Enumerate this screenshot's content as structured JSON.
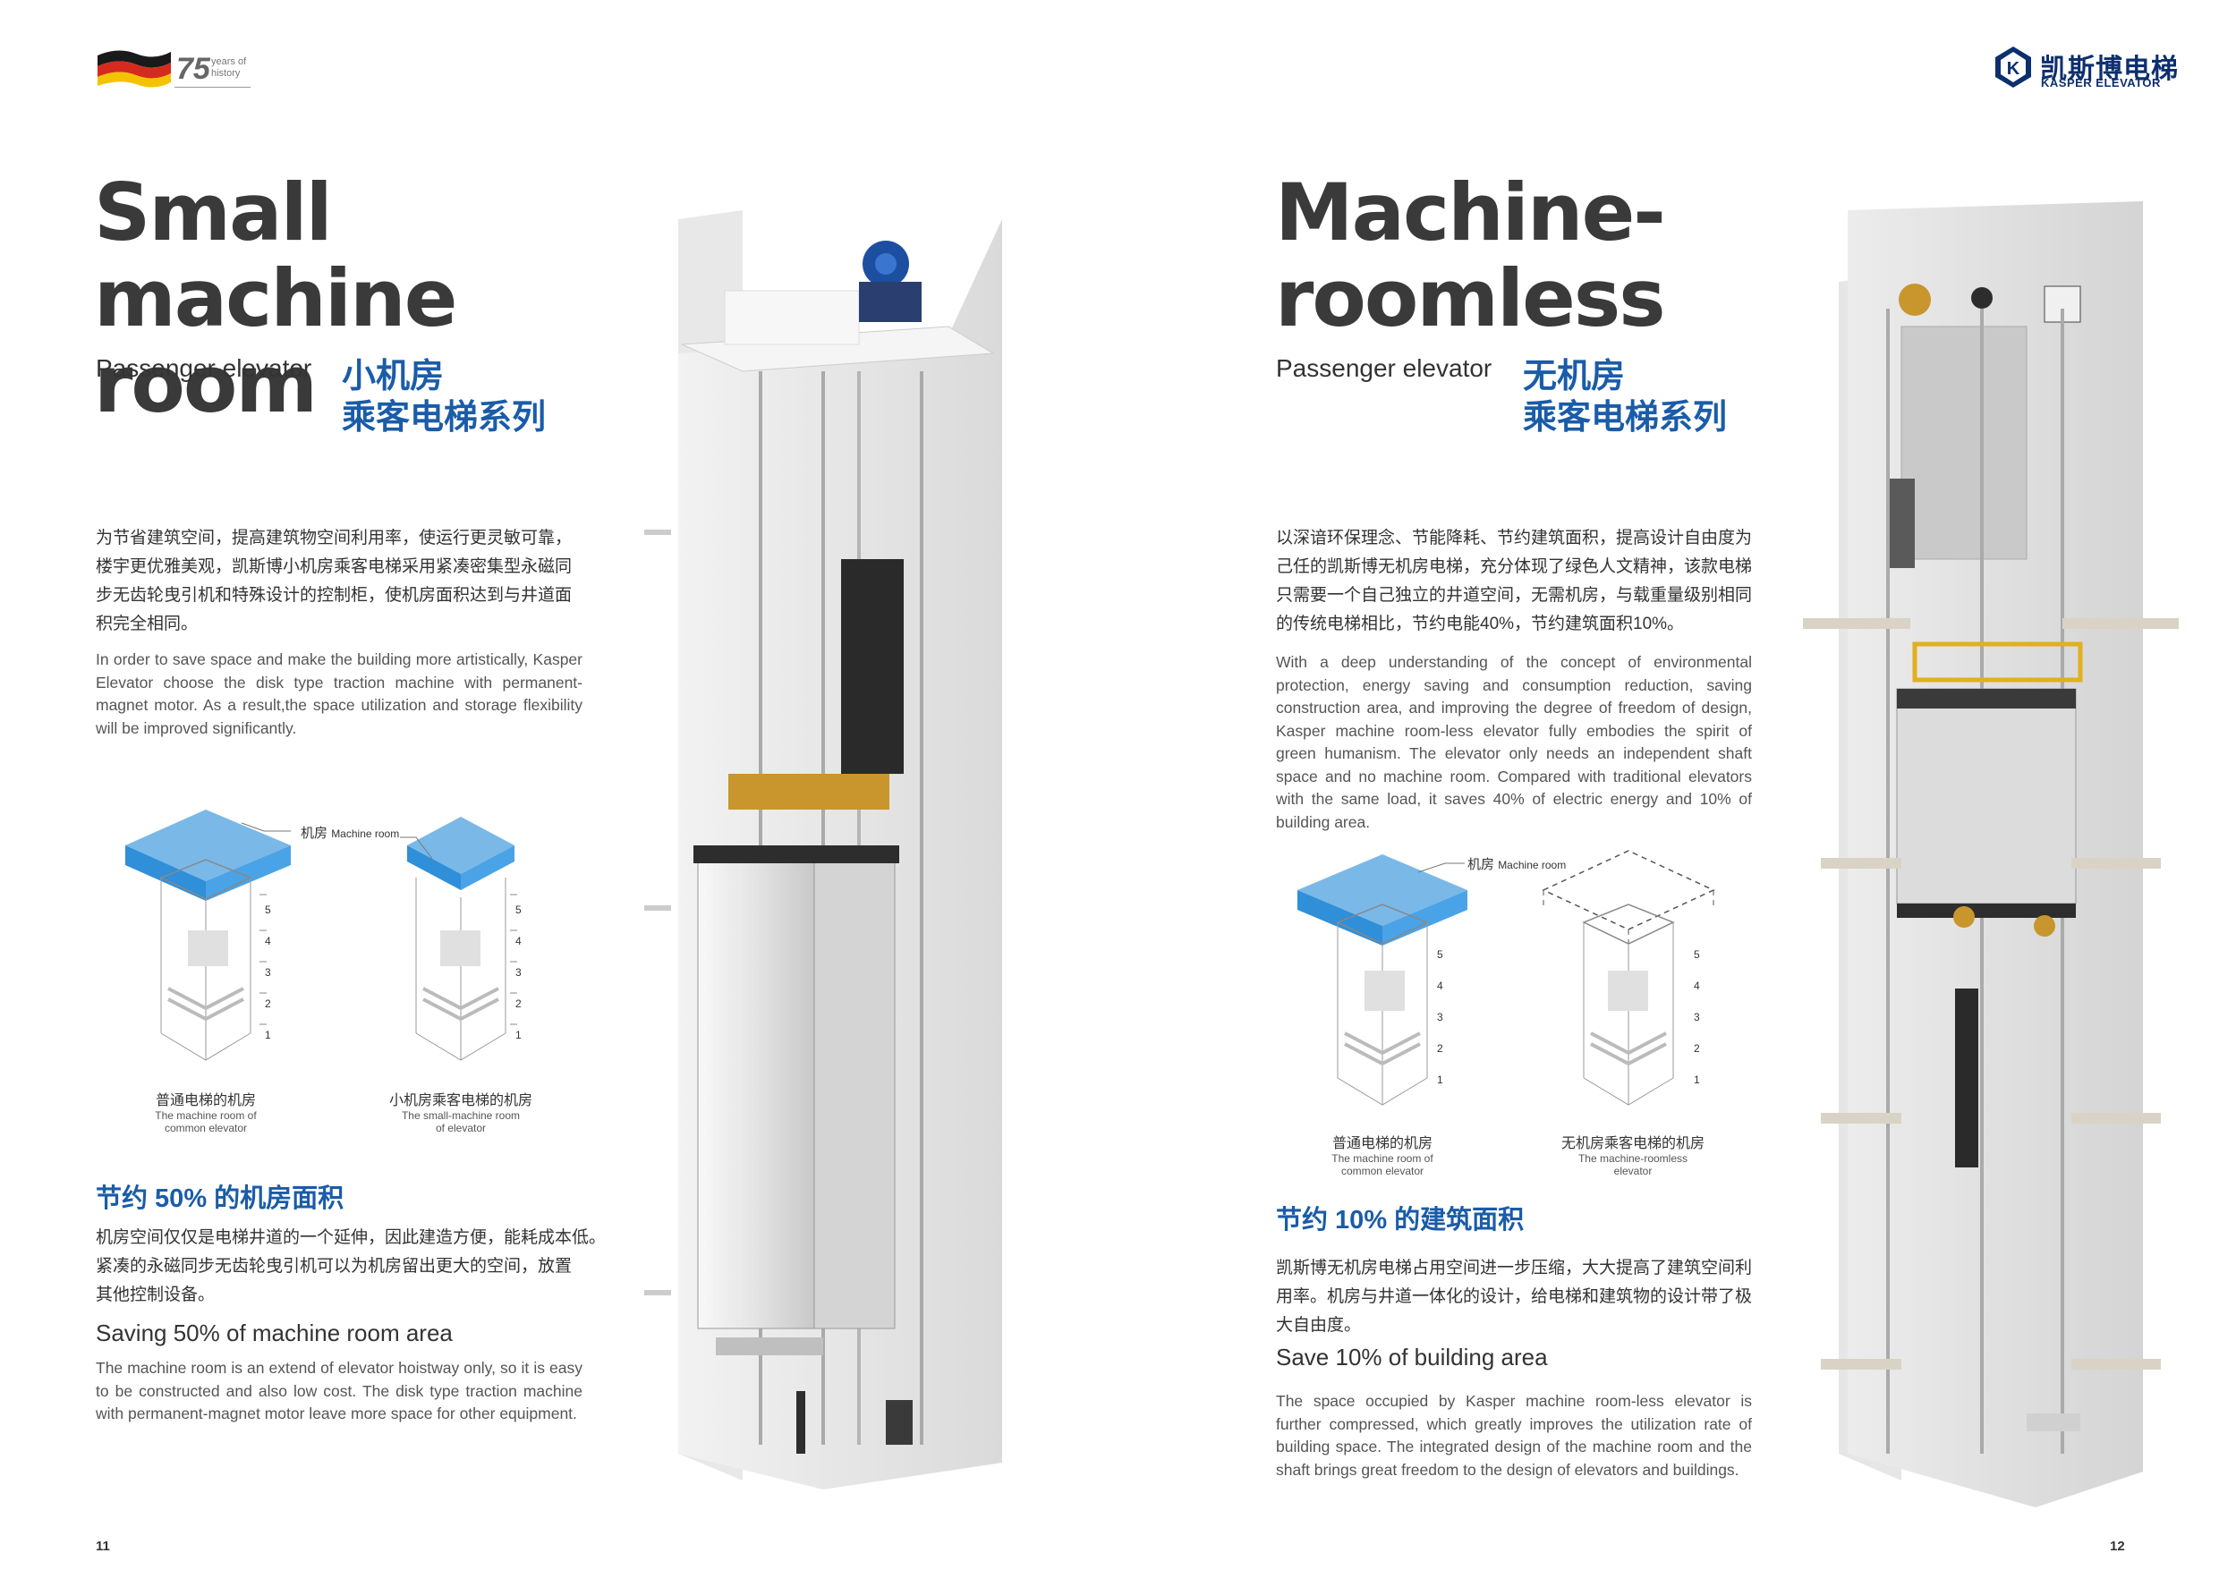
{
  "header": {
    "history_number": "75",
    "history_text": "years of history",
    "logo_cn": "凯斯博电梯",
    "logo_en": "KASPER ELEVATOR"
  },
  "left": {
    "title_line1": "Small",
    "title_line2": "machine room",
    "subtitle_en": "Passenger elevator",
    "subtitle_cn_line1": "小机房",
    "subtitle_cn_line2": "乘客电梯系列",
    "intro_cn_lines": [
      "为节省建筑空间，提高建筑物空间利用率，使运行更灵敏可靠，",
      "楼宇更优雅美观，凯斯博小机房乘客电梯采用紧凑密集型永磁同",
      "步无齿轮曳引机和特殊设计的控制柜，使机房面积达到与井道面",
      "积完全相同。"
    ],
    "intro_en": "In order to save space and make the building more artistically, Kasper Elevator choose the disk type traction machine with permanent-magnet motor. As a result,the space utilization and storage flexibility will be improved significantly.",
    "diagram": {
      "machine_room_label_cn": "机房",
      "machine_room_label_en": "Machine room",
      "floor_numbers": [
        "5",
        "4",
        "3",
        "2",
        "1"
      ],
      "caption1_cn": "普通电梯的机房",
      "caption1_en_line1": "The machine room of",
      "caption1_en_line2": "common elevator",
      "caption2_cn": "小机房乘客电梯的机房",
      "caption2_en_line1": "The small-machine room",
      "caption2_en_line2": "of elevator"
    },
    "section_cn": "节约 50% 的机房面积",
    "section_cn_lines": [
      "机房空间仅仅是电梯井道的一个延伸，因此建造方便，能耗成本低。",
      "紧凑的永磁同步无齿轮曳引机可以为机房留出更大的空间，放置",
      "其他控制设备。"
    ],
    "section_en": "Saving 50% of machine room area",
    "section_en_body": "The machine room is an extend of elevator hoistway only, so it is easy to be constructed and also low cost. The disk type traction machine with permanent-magnet motor leave more space for other equipment.",
    "page_number": "11"
  },
  "right": {
    "title_line1": "Machine-",
    "title_line2": "roomless",
    "subtitle_en": "Passenger elevator",
    "subtitle_cn_line1": "无机房",
    "subtitle_cn_line2": "乘客电梯系列",
    "intro_cn_lines": [
      "以深谙环保理念、节能降耗、节约建筑面积，提高设计自由度为",
      "己任的凯斯博无机房电梯，充分体现了绿色人文精神，该款电梯",
      "只需要一个自己独立的井道空间，无需机房，与载重量级别相同",
      "的传统电梯相比，节约电能40%，节约建筑面积10%。"
    ],
    "intro_en": "With a deep understanding of the concept of environmental protection, energy saving and consumption reduction, saving construction area, and improving the degree of freedom of design, Kasper machine room-less elevator fully embodies the spirit of green humanism. The elevator only needs an independent shaft space and no machine room. Compared with traditional elevators with the same load, it saves 40% of electric energy and 10% of building area.",
    "diagram": {
      "machine_room_label_cn": "机房",
      "machine_room_label_en": "Machine room",
      "floor_numbers": [
        "5",
        "4",
        "3",
        "2",
        "1"
      ],
      "caption1_cn": "普通电梯的机房",
      "caption1_en_line1": "The machine room of",
      "caption1_en_line2": "common elevator",
      "caption2_cn": "无机房乘客电梯的机房",
      "caption2_en_line1": "The machine-roomless",
      "caption2_en_line2": "elevator"
    },
    "section_cn": "节约 10% 的建筑面积",
    "section_cn_lines": [
      "凯斯博无机房电梯占用空间进一步压缩，大大提高了建筑空间利",
      "用率。机房与井道一体化的设计，给电梯和建筑物的设计带了极",
      "大自由度。"
    ],
    "section_en": "Save 10% of building area",
    "section_en_body": "The space occupied by Kasper machine room-less elevator is further compressed, which greatly improves the utilization rate of building space. The integrated design of the machine room and the shaft brings great freedom to the design of elevators and buildings.",
    "page_number": "12"
  },
  "colors": {
    "brand_blue": "#1a5ca8",
    "logo_navy": "#0c2f6e",
    "machine_room_blue": "#2f8fd8"
  }
}
